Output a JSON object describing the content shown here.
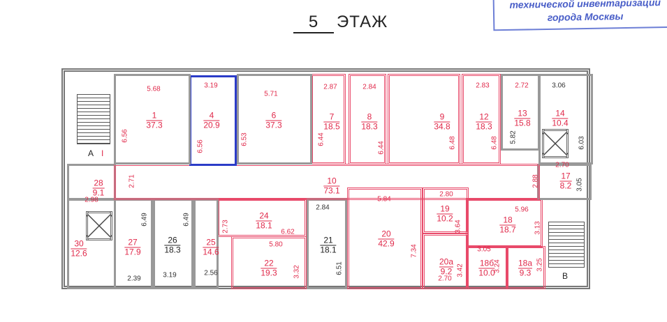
{
  "header": {
    "floor_number": "5",
    "floor_label": "ЭТАЖ"
  },
  "stamp": {
    "line1": "технической инвентаризации",
    "line2": "города Москвы"
  },
  "stairs": {
    "a": "А",
    "a_mark": "I",
    "b": "В"
  },
  "accent": "#e0294a",
  "selected_color": "#2b3cc8",
  "rooms": [
    {
      "id": "r1",
      "number": "1",
      "area": "37.3"
    },
    {
      "id": "r4",
      "number": "4",
      "area": "20.9"
    },
    {
      "id": "r6",
      "number": "6",
      "area": "37.3"
    },
    {
      "id": "r7",
      "number": "7",
      "area": "18.5"
    },
    {
      "id": "r8",
      "number": "8",
      "area": "18.3"
    },
    {
      "id": "r9",
      "number": "9",
      "area": "34.8"
    },
    {
      "id": "r12",
      "number": "12",
      "area": "18.3"
    },
    {
      "id": "r13",
      "number": "13",
      "area": "15.8"
    },
    {
      "id": "r14",
      "number": "14",
      "area": "10.4"
    },
    {
      "id": "r10",
      "number": "10",
      "area": "73.1"
    },
    {
      "id": "r28",
      "number": "28",
      "area": "9.1"
    },
    {
      "id": "r17",
      "number": "17",
      "area": "8.2"
    },
    {
      "id": "r30",
      "number": "30",
      "area": "12.6"
    },
    {
      "id": "r27",
      "number": "27",
      "area": "17.9"
    },
    {
      "id": "r26",
      "number": "26",
      "area": "18.3"
    },
    {
      "id": "r25",
      "number": "25",
      "area": "14.6"
    },
    {
      "id": "r24",
      "number": "24",
      "area": "18.1"
    },
    {
      "id": "r22",
      "number": "22",
      "area": "19.3"
    },
    {
      "id": "r21",
      "number": "21",
      "area": "18.1"
    },
    {
      "id": "r20",
      "number": "20",
      "area": "42.9"
    },
    {
      "id": "r19",
      "number": "19",
      "area": "10.2"
    },
    {
      "id": "r20a",
      "number": "20а",
      "area": "9.2"
    },
    {
      "id": "r18",
      "number": "18",
      "area": "18.7"
    },
    {
      "id": "r18b",
      "number": "18б",
      "area": "10.0"
    },
    {
      "id": "r18a",
      "number": "18а",
      "area": "9.3"
    }
  ],
  "dimensions": [
    "5.68",
    "6.56",
    "3.19",
    "6.56",
    "6.53",
    "5.71",
    "2.87",
    "6.44",
    "2.84",
    "6.44",
    "6.48",
    "2.83",
    "6.48",
    "2.72",
    "5.82",
    "3.06",
    "6.03",
    "2.71",
    "2.98",
    "2.88",
    "2.70",
    "3.05",
    "6.49",
    "2.39",
    "6.49",
    "3.19",
    "2.56",
    "2.73",
    "6.62",
    "5.80",
    "3.32",
    "2.84",
    "6.51",
    "5.84",
    "7.34",
    "2.80",
    "3.64",
    "2.70",
    "3.42",
    "5.96",
    "3.13",
    "3.05",
    "3.24",
    "3.25"
  ]
}
